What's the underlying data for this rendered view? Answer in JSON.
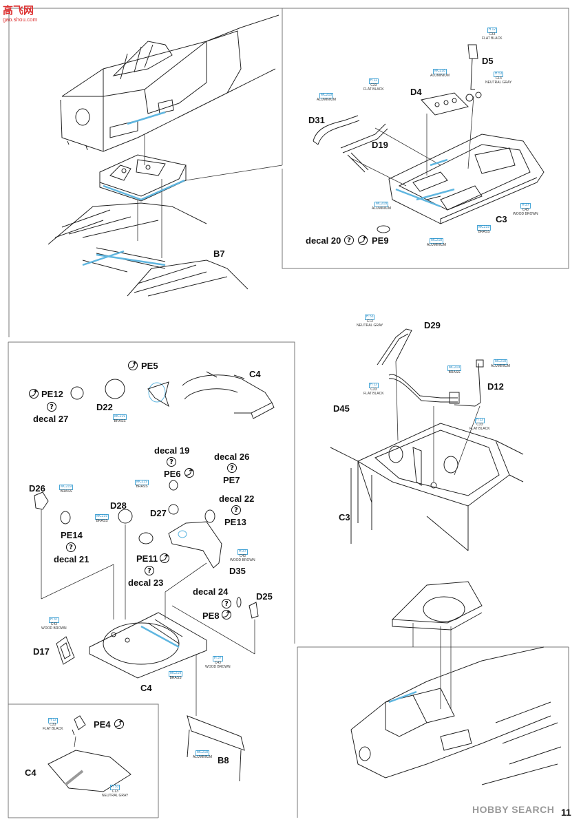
{
  "watermark": {
    "top_brand": "高飞网",
    "top_url": "gao.shou.com",
    "bottom_brand": "HOBBY SEARCH"
  },
  "page_number": "11",
  "labels": {
    "B7": "B7",
    "D4": "D4",
    "D5": "D5",
    "D31": "D31",
    "D19": "D19",
    "C3_top": "C3",
    "decal20": "decal 20",
    "PE9": "PE9",
    "D29": "D29",
    "D12": "D12",
    "D45": "D45",
    "C3_mid": "C3",
    "PE5": "PE5",
    "C4_mid": "C4",
    "PE12": "PE12",
    "D22": "D22",
    "decal27": "decal 27",
    "decal19": "decal 19",
    "PE6": "PE6",
    "decal26": "decal 26",
    "PE7": "PE7",
    "D26": "D26",
    "D28": "D28",
    "D27": "D27",
    "decal22": "decal 22",
    "PE13": "PE13",
    "PE14": "PE14",
    "decal21": "decal 21",
    "PE11": "PE11",
    "decal23": "decal 23",
    "D35": "D35",
    "decal24": "decal 24",
    "D25": "D25",
    "PE8": "PE8",
    "D17": "D17",
    "C4_low": "C4",
    "B8": "B8",
    "PE4": "PE4",
    "C4_inset": "C4"
  },
  "paint_callouts": [
    {
      "id": "p1",
      "lines": [
        "H 12",
        "C33",
        "FLAT BLACK"
      ]
    },
    {
      "id": "p2",
      "lines": [
        "MC218",
        "ALUMINIUM"
      ]
    },
    {
      "id": "p3",
      "lines": [
        "H 53",
        "C13",
        "NEUTRAL GRAY"
      ]
    },
    {
      "id": "p4",
      "lines": [
        "MC218",
        "ALUMINIUM"
      ]
    },
    {
      "id": "p5",
      "lines": [
        "H 12",
        "C33",
        "FLAT BLACK"
      ]
    },
    {
      "id": "p6",
      "lines": [
        "MC218",
        "ALUMINIUM"
      ]
    },
    {
      "id": "p7",
      "lines": [
        "H 37",
        "C43",
        "WOOD BROWN"
      ]
    },
    {
      "id": "p8",
      "lines": [
        "MC219",
        "BRASS"
      ]
    },
    {
      "id": "p9",
      "lines": [
        "MC218",
        "ALUMINIUM"
      ]
    },
    {
      "id": "p10",
      "lines": [
        "H 53",
        "C13",
        "NEUTRAL GRAY"
      ]
    },
    {
      "id": "p11",
      "lines": [
        "MC218",
        "ALUMINIUM"
      ]
    },
    {
      "id": "p12",
      "lines": [
        "MC219",
        "BRASS"
      ]
    },
    {
      "id": "p13",
      "lines": [
        "H 12",
        "C33",
        "FLAT BLACK"
      ]
    },
    {
      "id": "p14",
      "lines": [
        "H 12",
        "C33",
        "FLAT BLACK"
      ]
    },
    {
      "id": "p15",
      "lines": [
        "MC219",
        "BRASS"
      ]
    },
    {
      "id": "p16",
      "lines": [
        "MC219",
        "BRASS"
      ]
    },
    {
      "id": "p17",
      "lines": [
        "MC219",
        "BRASS"
      ]
    },
    {
      "id": "p18",
      "lines": [
        "MC219",
        "BRASS"
      ]
    },
    {
      "id": "p19",
      "lines": [
        "H 37",
        "C43",
        "WOOD BROWN"
      ]
    },
    {
      "id": "p20",
      "lines": [
        "H 37",
        "C43",
        "WOOD BROWN"
      ]
    },
    {
      "id": "p21",
      "lines": [
        "MC219",
        "BRASS"
      ]
    },
    {
      "id": "p22",
      "lines": [
        "H 37",
        "C43",
        "WOOD BROWN"
      ]
    },
    {
      "id": "p23",
      "lines": [
        "MC218",
        "ALUMINIUM"
      ]
    },
    {
      "id": "p24",
      "lines": [
        "H 12",
        "C33",
        "FLAT BLACK"
      ]
    },
    {
      "id": "p25",
      "lines": [
        "H 53",
        "C13",
        "NEUTRAL GRAY"
      ]
    }
  ],
  "colors": {
    "accent": "#5fb6e0",
    "line": "#222222",
    "panel_border": "#666666"
  },
  "icons": [
    "question-circle-icon",
    "fold-arrow-icon"
  ]
}
